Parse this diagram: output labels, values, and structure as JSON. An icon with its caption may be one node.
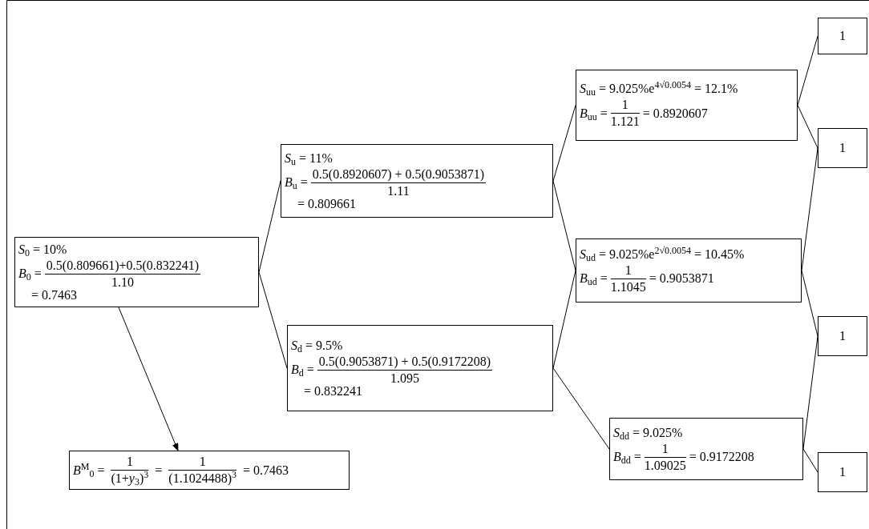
{
  "diagram": {
    "nodes": [
      {
        "text": [
          "*S*$_{0}$ = 10%",
          "*B*$_{0}$ =",
          "0.5(0.809661)+0.5(0.832241)",
          "1.10",
          "= 0.7463"
        ]
      },
      {
        "text": [
          "*S*$_{u}$ = 11%",
          "*B*$_{u}$ =",
          "0.5(0.8920607) + 0.5(0.9053871)",
          "1.11",
          "= 0.809661"
        ]
      },
      {
        "text": [
          "*S*$_{d}$ = 9.5%",
          "*B*$_{d}$ =",
          "0.5(0.9053871) + 0.5(0.9172208)",
          "1.095",
          "= 0.832241"
        ]
      },
      {
        "text": [
          "*S*$_{uu}$ = 9.025%e$^{4√0.0054}$ = 12.1%",
          "*B*$_{uu}$ =",
          "1",
          "1.121",
          "= 0.8920607"
        ]
      },
      {
        "text": [
          "*S*$_{ud}$ = 9.025%e$^{2√0.0054}$ = 10.45%",
          "*B*$_{ud}$ =",
          "1",
          "1.1045",
          "= 0.9053871"
        ]
      },
      {
        "text": [
          "*S*$_{dd}$ = 9.025%",
          "*B*$_{dd}$ =",
          "1",
          "1.09025",
          "= 0.9172208"
        ]
      },
      {
        "text": [
          "1"
        ]
      },
      {
        "text": [
          "1"
        ]
      },
      {
        "text": [
          "1"
        ]
      },
      {
        "text": [
          "1"
        ]
      },
      {
        "text": [
          "*B*$^{M}$$_{0}$ =",
          "1",
          "(1+*y*$_{3}$)$^{3}$",
          "=",
          "1",
          "(1.1024488)$^{3}$",
          "= 0.7463"
        ]
      }
    ],
    "edges": [
      {
        "from": 0,
        "to": 1,
        "arrow": "none"
      },
      {
        "from": 0,
        "to": 2,
        "arrow": "none"
      },
      {
        "from": 1,
        "to": 3,
        "arrow": "none"
      },
      {
        "from": 1,
        "to": 4,
        "arrow": "none"
      },
      {
        "from": 2,
        "to": 4,
        "arrow": "none"
      },
      {
        "from": 2,
        "to": 5,
        "arrow": "none"
      },
      {
        "from": 3,
        "to": 6,
        "arrow": "none"
      },
      {
        "from": 3,
        "to": 7,
        "arrow": "none"
      },
      {
        "from": 4,
        "to": 7,
        "arrow": "none"
      },
      {
        "from": 4,
        "to": 8,
        "arrow": "none"
      },
      {
        "from": 5,
        "to": 8,
        "arrow": "none"
      },
      {
        "from": 5,
        "to": 9,
        "arrow": "none"
      },
      {
        "from": 0,
        "to": 10,
        "arrow": "to"
      }
    ]
  }
}
